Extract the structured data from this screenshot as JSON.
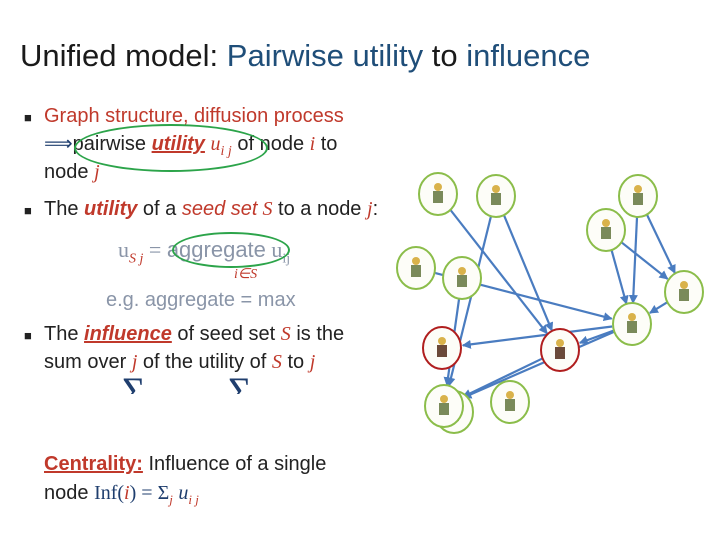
{
  "title": {
    "prefix": "Unified model: ",
    "part1": "Pairwise utility",
    "mid": " to ",
    "part2": "influence"
  },
  "bullets": {
    "b1_line1": "Graph structure, diffusion process",
    "b1_arrow": "⟹",
    "b1_pairwise": "pairwise ",
    "b1_utility": "utility",
    "b1_u": "u",
    "b1_ij": "i j",
    "b1_of": " of node ",
    "b1_i": "i",
    "b1_to": " to",
    "b1_line3": "node ",
    "b1_j": "j",
    "b2_the": "The ",
    "b2_utility": "utility",
    "b2_of": " of a ",
    "b2_seedset": "seed set",
    "b2_S": " S",
    "b2_to": " to a node ",
    "b2_j": "j",
    "b2_colon": ":",
    "b3_the": "The ",
    "b3_influence": "influence",
    "b3_of": " of seed set ",
    "b3_S": "S",
    "b3_isthe": " is the",
    "b3_l2a": "sum over ",
    "b3_l2j": "j",
    "b3_l2b": " of the utility of ",
    "b3_l2S": "S",
    "b3_l2c": " to ",
    "b3_l2j2": "j"
  },
  "formula": {
    "u": "u",
    "Sj": "S j",
    "eq": " = ",
    "aggregate": "aggregate",
    "u2": "u",
    "ij": "ij",
    "under": "i∈S",
    "example": "e.g. aggregate = max",
    "sum1": "Σ",
    "sum2": "Σ"
  },
  "centrality": {
    "label": "Centrality:",
    "rest": "  Influence of a single",
    "l2a": "node ",
    "inf": "Inf(",
    "i": "i",
    "close": ") = ",
    "sigma": "Σ",
    "sub": "j",
    "u": "u",
    "ij": "i j"
  },
  "graph": {
    "nodes": [
      {
        "id": "n1",
        "ring": "green"
      },
      {
        "id": "n2",
        "ring": "green"
      },
      {
        "id": "n3",
        "ring": "green"
      },
      {
        "id": "n4",
        "ring": "green"
      },
      {
        "id": "n5",
        "ring": "green"
      },
      {
        "id": "n6",
        "ring": "green"
      },
      {
        "id": "n7",
        "ring": "green"
      },
      {
        "id": "n8",
        "ring": "red"
      },
      {
        "id": "n9",
        "ring": "green"
      },
      {
        "id": "n10",
        "ring": "red"
      },
      {
        "id": "n11",
        "ring": "green"
      },
      {
        "id": "n12",
        "ring": "green"
      },
      {
        "id": "n13",
        "ring": "green"
      }
    ],
    "colors": {
      "edge": "#4a7cc0",
      "green": "#8bbd4a",
      "red": "#b01e1e",
      "highlight": "#2ca44a"
    }
  }
}
